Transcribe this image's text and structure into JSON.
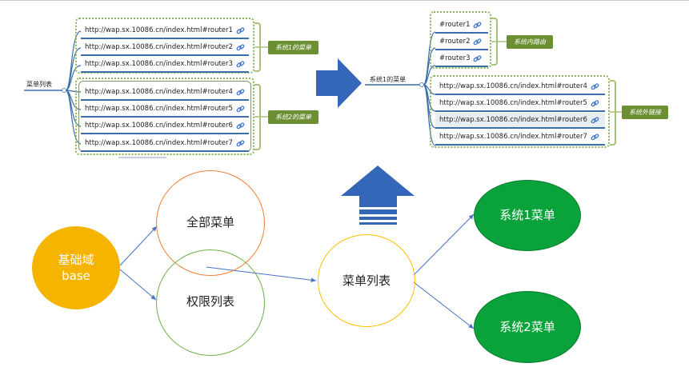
{
  "mindmap_left": {
    "root_label": "菜单列表",
    "group1": {
      "tag": "系统1的菜单",
      "items": [
        "http://wap.sx.10086.cn/index.html#router1",
        "http://wap.sx.10086.cn/index.html#router2",
        "http://wap.sx.10086.cn/index.html#router3"
      ]
    },
    "group2": {
      "tag": "系统2的菜单",
      "items": [
        "http://wap.sx.10086.cn/index.html#router4",
        "http://wap.sx.10086.cn/index.html#router5",
        "http://wap.sx.10086.cn/index.html#router6",
        "http://wap.sx.10086.cn/index.html#router7"
      ]
    }
  },
  "mindmap_right": {
    "root_label": "系统1的菜单",
    "internal": {
      "tag": "系统内路由",
      "items": [
        "#router1",
        "#router2",
        "#router3"
      ]
    },
    "external": {
      "tag": "系统外链接",
      "items": [
        "http://wap.sx.10086.cn/index.html#router4",
        "http://wap.sx.10086.cn/index.html#router5",
        "http://wap.sx.10086.cn/index.html#router6",
        "http://wap.sx.10086.cn/index.html#router7"
      ]
    }
  },
  "diagram": {
    "base_domain": {
      "line1": "基础域",
      "line2": "base"
    },
    "all_menus": "全部菜单",
    "permission_list": "权限列表",
    "menu_list": "菜单列表",
    "system1_menu": "系统1菜单",
    "system2_menu": "系统2菜单"
  },
  "colors": {
    "arrow_blue": "#3567b8",
    "base_fill": "#f5b400",
    "system_fill": "#0aa33b",
    "orange_ring": "#ed7d31",
    "green_ring": "#70ad47",
    "yellow_ring": "#ffc000",
    "group_border": "#8db35c",
    "tag_fill": "#6b8f32",
    "connector": "#4472c4"
  },
  "icons": [
    "link-icon",
    "right-arrow-icon",
    "up-arrow-icon"
  ]
}
